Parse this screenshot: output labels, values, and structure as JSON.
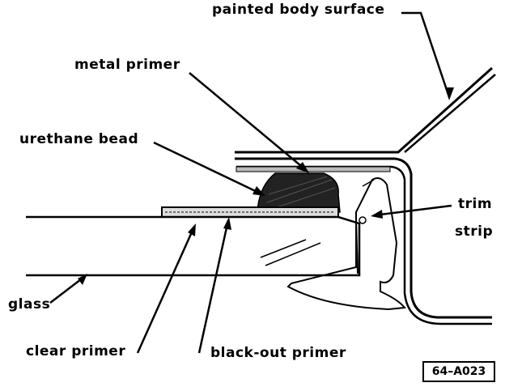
{
  "labels": {
    "painted_body_surface": "painted body surface",
    "metal_primer": "metal primer",
    "urethane_bead": "urethane bead",
    "trim_strip_line1": "trim",
    "trim_strip_line2": "strip",
    "glass": "glass",
    "clear_primer": "clear primer",
    "black_out_primer": "black-out primer"
  },
  "figure_code": "64–A023"
}
